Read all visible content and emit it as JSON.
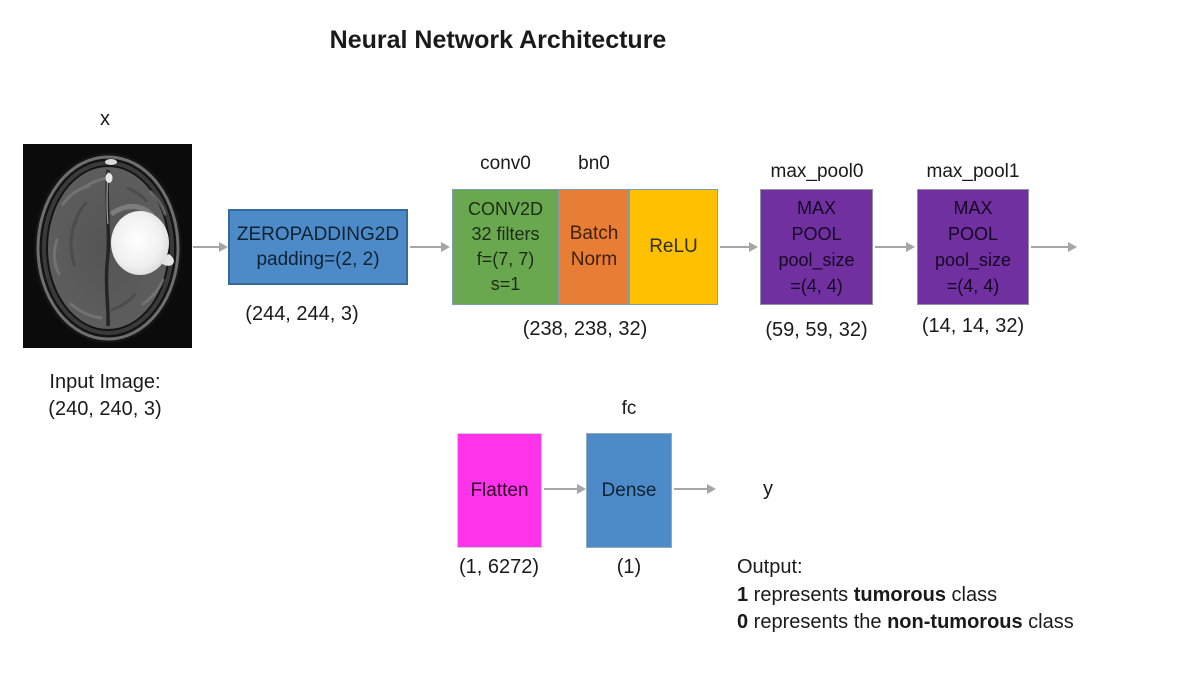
{
  "title": "Neural Network Architecture",
  "input": {
    "var_label": "x",
    "caption": [
      "Input Image:",
      "(240, 240, 3)"
    ]
  },
  "layers": {
    "zeropad": {
      "lines": [
        "ZEROPADDING2D",
        "padding=(2, 2)"
      ],
      "shape": "(244, 244, 3)"
    },
    "conv": {
      "label": "conv0",
      "lines": [
        "CONV2D",
        "32 filters",
        "f=(7, 7)",
        "s=1"
      ]
    },
    "batchnorm": {
      "label": "bn0",
      "lines": [
        "Batch",
        "Norm"
      ]
    },
    "relu": {
      "text": "ReLU"
    },
    "conv_block_shape": "(238, 238, 32)",
    "maxpool0": {
      "label": "max_pool0",
      "lines": [
        "MAX",
        "POOL",
        "pool_size",
        "=(4, 4)"
      ],
      "shape": "(59, 59, 32)"
    },
    "maxpool1": {
      "label": "max_pool1",
      "lines": [
        "MAX",
        "POOL",
        "pool_size",
        "=(4, 4)"
      ],
      "shape": "(14, 14, 32)"
    },
    "flatten": {
      "text": "Flatten",
      "shape": "(1, 6272)"
    },
    "dense": {
      "label": "fc",
      "text": "Dense",
      "shape": "(1)"
    }
  },
  "output": {
    "var_label": "y",
    "heading": "Output:",
    "line1": {
      "lead": "1",
      "mid": " represents ",
      "emph": "tumorous",
      "tail": " class"
    },
    "line2": {
      "lead": "0",
      "mid": " represents the ",
      "emph": "non-tumorous",
      "tail": " class"
    }
  },
  "colors": {
    "zeropad_fill": "#4d8bc8",
    "conv_fill": "#6aa84f",
    "batchnorm_fill": "#e87d35",
    "relu_fill": "#ffc000",
    "maxpool_fill": "#7030a0",
    "flatten_fill": "#ff33ea",
    "dense_fill": "#4d8bc8",
    "arrow": "#a6a6a6",
    "background": "#ffffff"
  }
}
